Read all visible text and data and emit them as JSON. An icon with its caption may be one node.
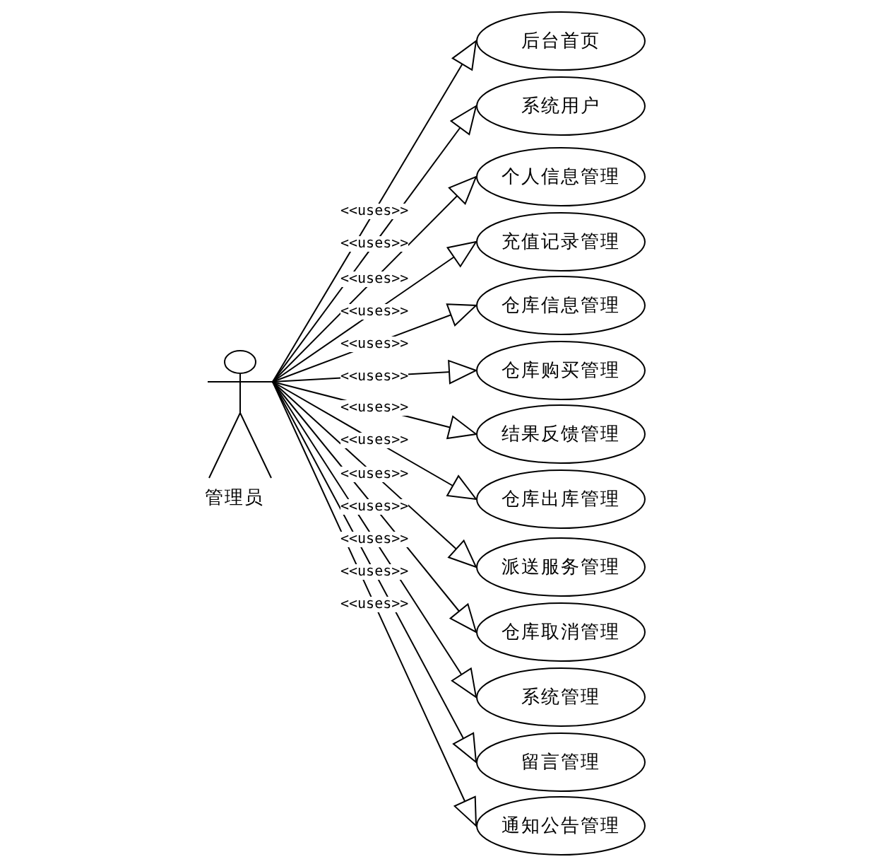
{
  "diagram": {
    "nodes": [
      {
        "text": [
          "管理员"
        ]
      },
      {
        "text": [
          "后台首页"
        ]
      },
      {
        "text": [
          "系统用户"
        ]
      },
      {
        "text": [
          "个人信息管理"
        ]
      },
      {
        "text": [
          "充值记录管理"
        ]
      },
      {
        "text": [
          "仓库信息管理"
        ]
      },
      {
        "text": [
          "仓库购买管理"
        ]
      },
      {
        "text": [
          "结果反馈管理"
        ]
      },
      {
        "text": [
          "仓库出库管理"
        ]
      },
      {
        "text": [
          "派送服务管理"
        ]
      },
      {
        "text": [
          "仓库取消管理"
        ]
      },
      {
        "text": [
          "系统管理"
        ]
      },
      {
        "text": [
          "留言管理"
        ]
      },
      {
        "text": [
          "通知公告管理"
        ]
      }
    ],
    "edges": [
      {
        "from": 0,
        "to": 1,
        "arrow": "to",
        "label": "<<uses>>"
      },
      {
        "from": 0,
        "to": 2,
        "arrow": "to",
        "label": "<<uses>>"
      },
      {
        "from": 0,
        "to": 3,
        "arrow": "to",
        "label": "<<uses>>"
      },
      {
        "from": 0,
        "to": 4,
        "arrow": "to",
        "label": "<<uses>>"
      },
      {
        "from": 0,
        "to": 5,
        "arrow": "to",
        "label": "<<uses>>"
      },
      {
        "from": 0,
        "to": 6,
        "arrow": "to",
        "label": "<<uses>>"
      },
      {
        "from": 0,
        "to": 7,
        "arrow": "to",
        "label": "<<uses>>"
      },
      {
        "from": 0,
        "to": 8,
        "arrow": "to",
        "label": "<<uses>>"
      },
      {
        "from": 0,
        "to": 9,
        "arrow": "to",
        "label": "<<uses>>"
      },
      {
        "from": 0,
        "to": 10,
        "arrow": "to",
        "label": "<<uses>>"
      },
      {
        "from": 0,
        "to": 11,
        "arrow": "to",
        "label": "<<uses>>"
      },
      {
        "from": 0,
        "to": 12,
        "arrow": "to",
        "label": "<<uses>>"
      },
      {
        "from": 0,
        "to": 13,
        "arrow": "to",
        "label": "<<uses>>"
      }
    ]
  }
}
